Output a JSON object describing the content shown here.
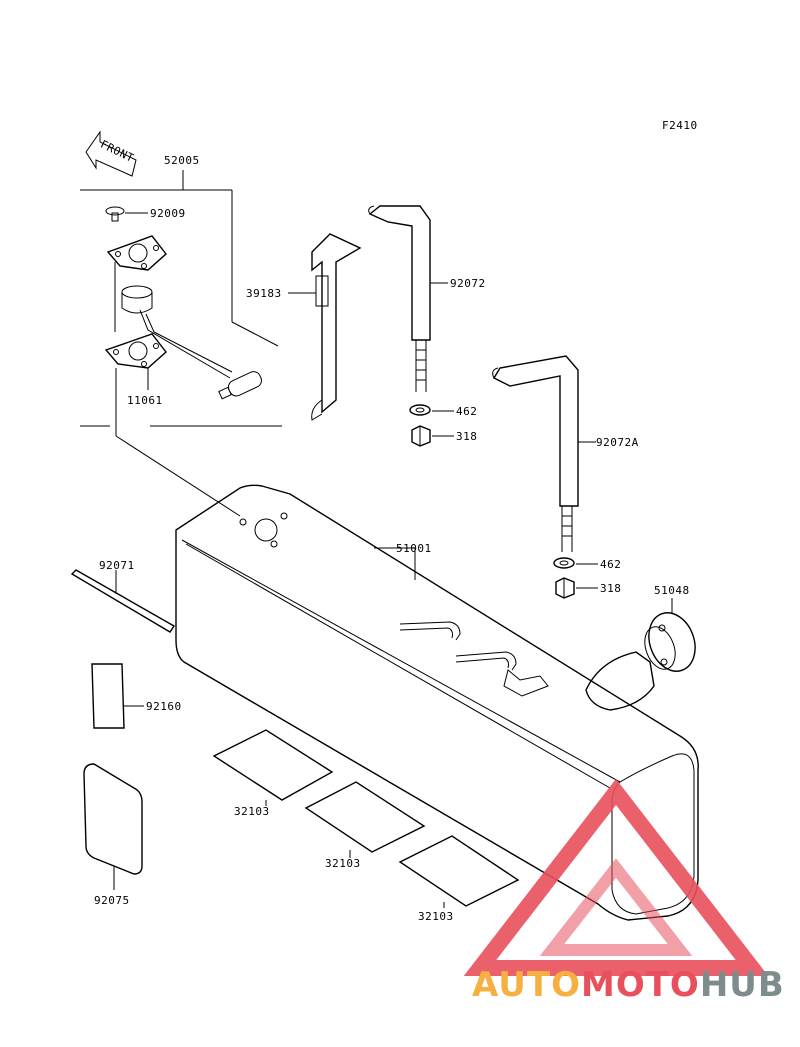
{
  "figure_code": "F2410",
  "front_label": "FRONT",
  "parts": {
    "p52005": "52005",
    "p92009": "92009",
    "p11061": "11061",
    "p39183": "39183",
    "p92072": "92072",
    "p462a": "462",
    "p318a": "318",
    "p92072A": "92072A",
    "p51001": "51001",
    "p462b": "462",
    "p318b": "318",
    "p51048": "51048",
    "p92071": "92071",
    "p92160": "92160",
    "p32103a": "32103",
    "p32103b": "32103",
    "p32103c": "32103",
    "p92075": "92075"
  },
  "watermark": {
    "part1": "AUTO",
    "part2": "MOTO",
    "part3": "HUB",
    "colors": {
      "orange": "#f5b041",
      "red": "#e8505b",
      "gray": "#7f8c8d"
    }
  }
}
